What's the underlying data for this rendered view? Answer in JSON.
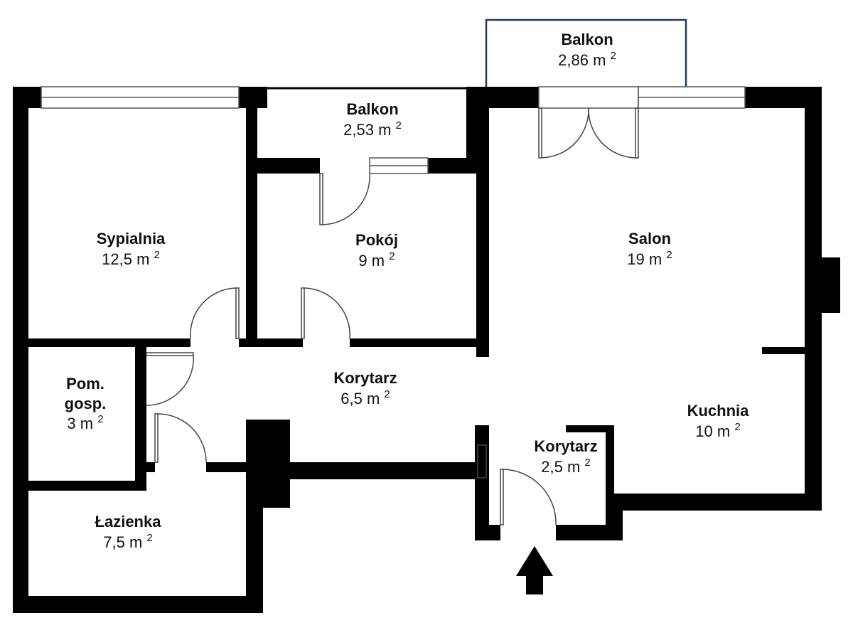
{
  "plan": {
    "area_unit": "m",
    "area_exponent": "2",
    "wall_color": "#000000",
    "balcony_outline_color": "#1f3a5f",
    "rooms": [
      {
        "id": "balkon-large",
        "name": "Balkon",
        "area": "2,86"
      },
      {
        "id": "balkon-small",
        "name": "Balkon",
        "area": "2,53"
      },
      {
        "id": "sypialnia",
        "name": "Sypialnia",
        "area": "12,5"
      },
      {
        "id": "pokoj",
        "name": "Pokój",
        "area": "9"
      },
      {
        "id": "salon",
        "name": "Salon",
        "area": "19"
      },
      {
        "id": "korytarz-main",
        "name": "Korytarz",
        "area": "6,5"
      },
      {
        "id": "pom-gosp",
        "name": "Pom.",
        "name_line2": "gosp.",
        "area": "3"
      },
      {
        "id": "kuchnia",
        "name": "Kuchnia",
        "area": "10"
      },
      {
        "id": "korytarz-entry",
        "name": "Korytarz",
        "area": "2,5"
      },
      {
        "id": "lazienka",
        "name": "Łazienka",
        "area": "7,5"
      }
    ]
  }
}
